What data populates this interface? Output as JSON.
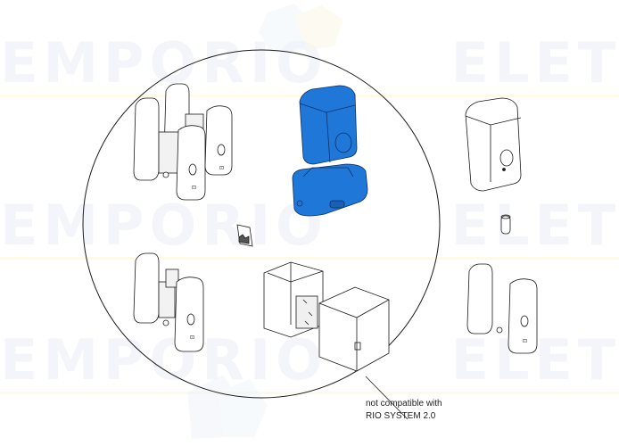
{
  "diagram": {
    "type": "exploded-parts-diagram",
    "watermark": {
      "left_text": "EMPORIO",
      "right_text": "ELETTRICO",
      "rows": 3
    },
    "callout_note": {
      "line1": "not compatible with",
      "line2": "RIO SYSTEM 2.0"
    },
    "highlight_color": "#1f78d8",
    "outline_color": "#1a1a1a",
    "parts": [
      {
        "id": "photocell-pair-exploded",
        "region": "circle-top-left"
      },
      {
        "id": "gearmotor-cover-highlighted",
        "region": "circle-top-center",
        "highlighted": true
      },
      {
        "id": "circuit-board-small",
        "region": "circle-center-left"
      },
      {
        "id": "photocell-single-exploded",
        "region": "circle-bottom-left"
      },
      {
        "id": "control-box-exploded",
        "region": "circle-bottom-center"
      },
      {
        "id": "motor-cover-housing",
        "region": "right-top"
      },
      {
        "id": "spacer-cylinder",
        "region": "right-middle"
      },
      {
        "id": "photocell-single-exploded-right",
        "region": "right-bottom"
      }
    ]
  }
}
